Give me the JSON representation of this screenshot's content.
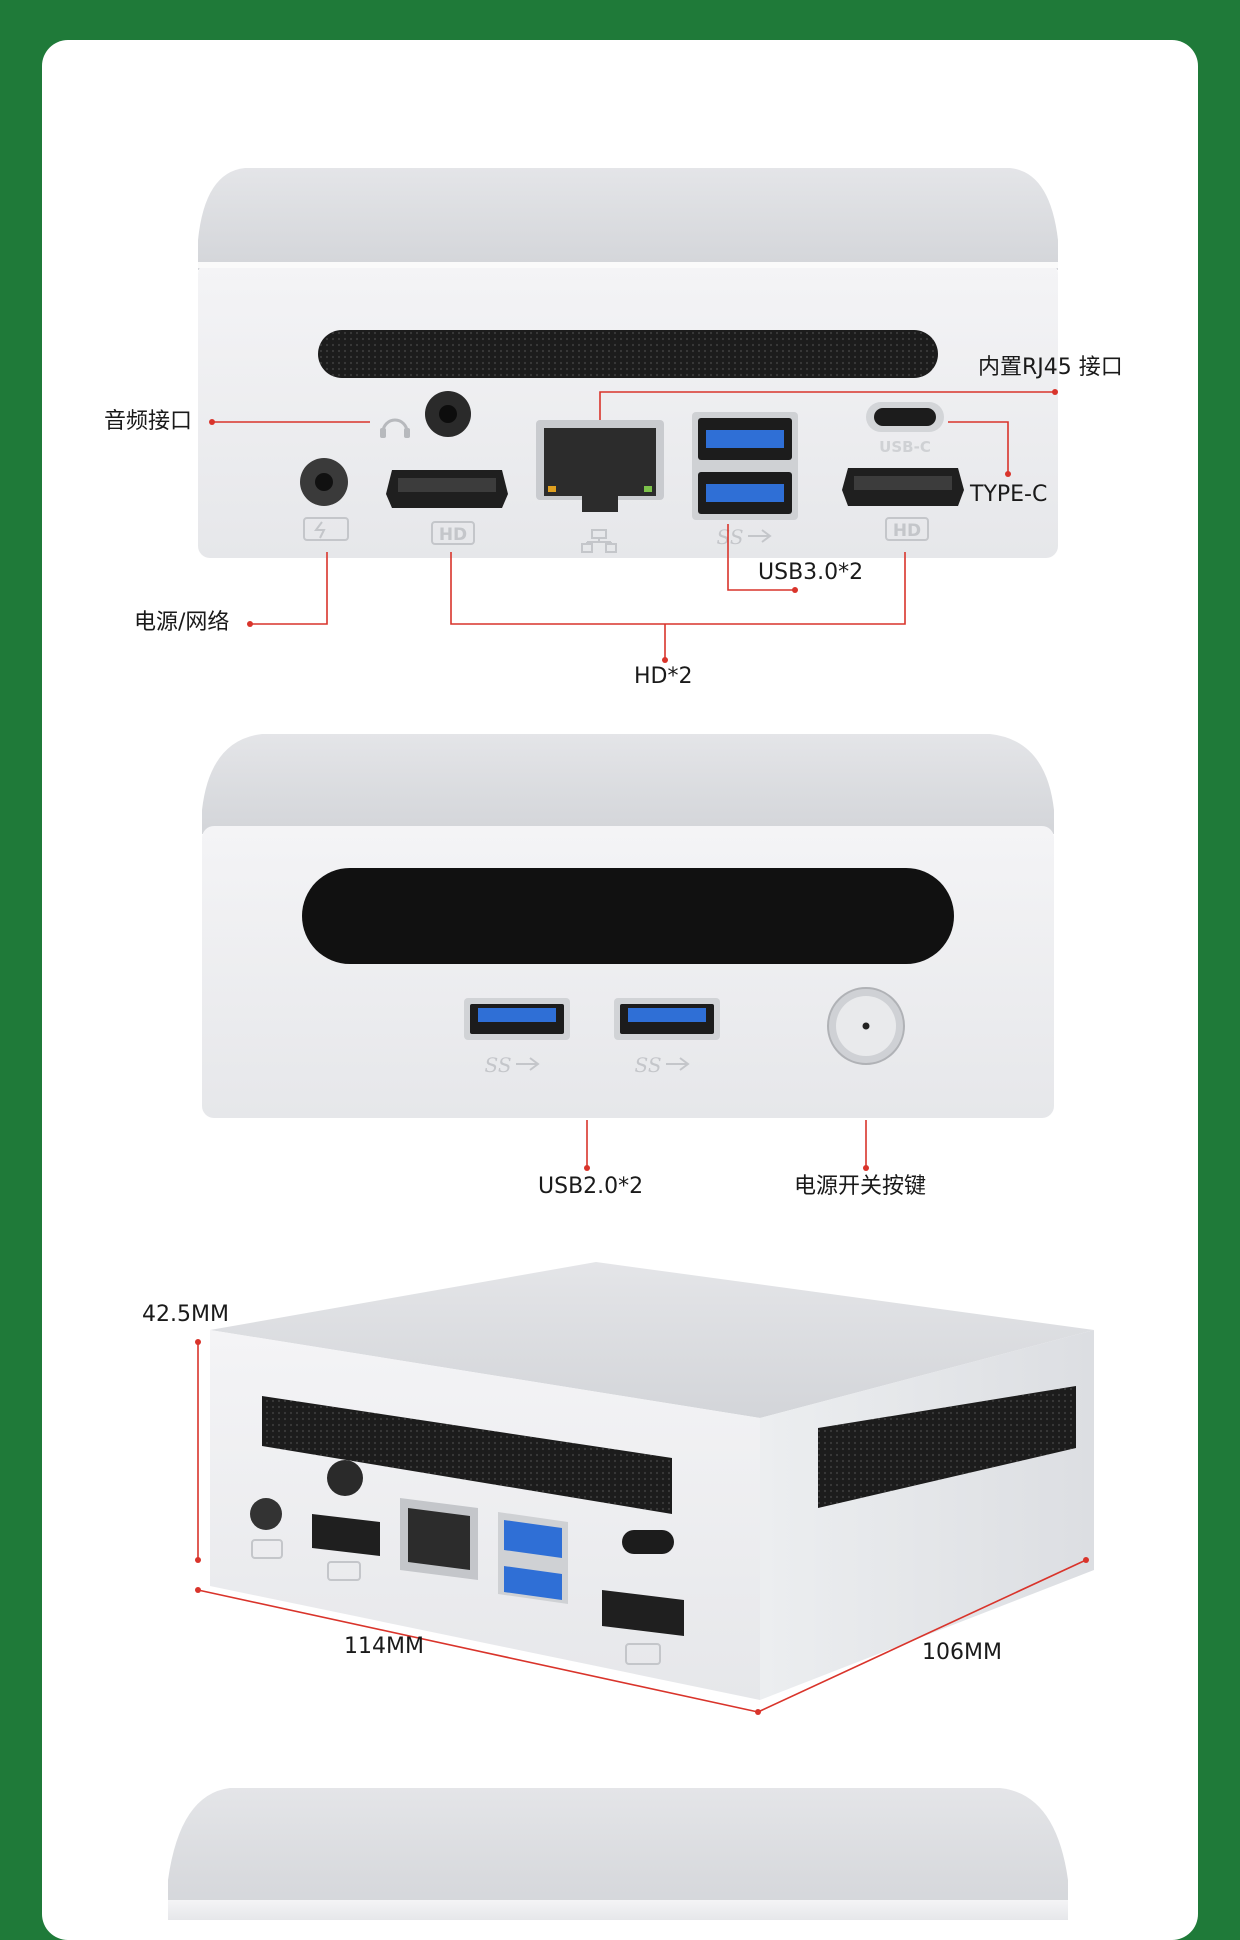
{
  "labels": {
    "audio": "音频接口",
    "rj45": "内置RJ45 接口",
    "typec": "TYPE-C",
    "usb30": "USB3.0*2",
    "power_net": "电源/网络",
    "hd": "HD*2",
    "usb20": "USB2.0*2",
    "power_button": "电源开关按键",
    "height": "42.5MM",
    "width": "114MM",
    "depth": "106MM"
  },
  "port_marks": {
    "hd": "HD",
    "usbc": "USB-C",
    "ss": "SS"
  },
  "colors": {
    "background": "#1f7a39",
    "card": "#ffffff",
    "callout": "#d9342b",
    "usb_blue": "#2f6fd6"
  }
}
